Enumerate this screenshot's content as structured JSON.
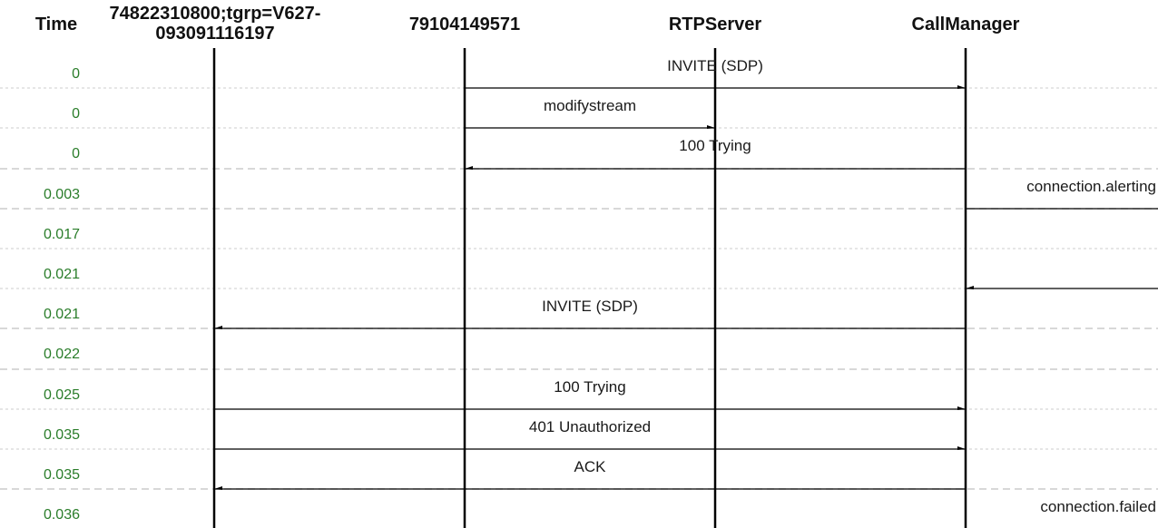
{
  "header": {
    "time_label": "Time",
    "participants": [
      {
        "id": "p1",
        "label": "74822310800;tgrp=V627-\n093091116197"
      },
      {
        "id": "p2",
        "label": "79104149571"
      },
      {
        "id": "p3",
        "label": "RTPServer"
      },
      {
        "id": "p4",
        "label": "CallManager"
      }
    ]
  },
  "rows": [
    {
      "time": "0",
      "label": "INVITE (SDP)",
      "from": "p2",
      "to": "p4",
      "separator": "dotted"
    },
    {
      "time": "0",
      "label": "modifystream",
      "from": "p2",
      "to": "p3",
      "separator": "dotted"
    },
    {
      "time": "0",
      "label": "100 Trying",
      "from": "p4",
      "to": "p2",
      "separator": "dashed"
    },
    {
      "time": "0.003",
      "label": "connection.alerting",
      "from": "p4",
      "to": "offright",
      "separator": "dashed"
    },
    {
      "time": "0.017",
      "label": "",
      "from": null,
      "to": null,
      "separator": "dotted"
    },
    {
      "time": "0.021",
      "label": "",
      "from": "offright",
      "to": "p4",
      "separator": "dotted"
    },
    {
      "time": "0.021",
      "label": "INVITE (SDP)",
      "from": "p4",
      "to": "p1",
      "separator": "dashed"
    },
    {
      "time": "0.022",
      "label": "",
      "from": null,
      "to": null,
      "separator": "dashed"
    },
    {
      "time": "0.025",
      "label": "100 Trying",
      "from": "p1",
      "to": "p4",
      "separator": "dotted"
    },
    {
      "time": "0.035",
      "label": "401 Unauthorized",
      "from": "p1",
      "to": "p4",
      "separator": "dotted"
    },
    {
      "time": "0.035",
      "label": "ACK",
      "from": "p4",
      "to": "p1",
      "separator": "dashed"
    },
    {
      "time": "0.036",
      "label": "connection.failed",
      "from": null,
      "to": null,
      "separator": null
    }
  ],
  "colors": {
    "time_text": "#2a7d2a",
    "lifeline": "#000000",
    "arrow": "#000000",
    "separator": "#cccccc"
  }
}
